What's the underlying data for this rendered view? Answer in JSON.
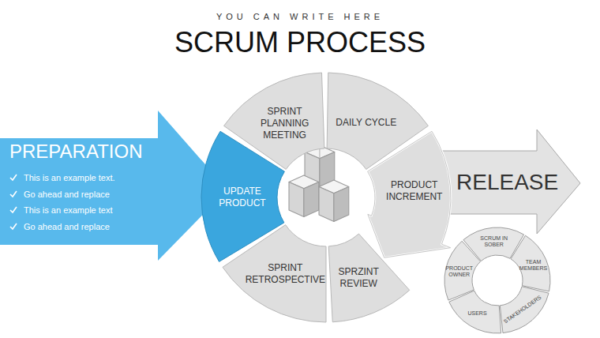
{
  "diagram": {
    "title": "SCRUM PROCESS",
    "nodes": [
      {
        "text": [
          "PREPARATION",
          "This is an example text.",
          "Go ahead and replace",
          "This is an example text",
          "Go ahead and replace"
        ]
      },
      {
        "text": [
          "RELEASE"
        ]
      },
      {
        "text": [
          "SPRINT PLANNING MEETING"
        ]
      },
      {
        "text": [
          "DAILY CYCLE"
        ]
      },
      {
        "text": [
          "PRODUCT INCREMENT"
        ]
      },
      {
        "text": [
          "SPRZINT REVIEW"
        ]
      },
      {
        "text": [
          "SPRINT RETROSPECTIVE"
        ]
      },
      {
        "text": [
          "UPDATE PRODUCT"
        ]
      },
      {
        "text": [
          "SCRUM IN SOBER"
        ]
      },
      {
        "text": [
          "TEAM MEMBERS"
        ]
      },
      {
        "text": [
          "STAKEHOLDERS"
        ]
      },
      {
        "text": [
          "USERS"
        ]
      },
      {
        "text": [
          "PRODUCT OWNER"
        ]
      }
    ],
    "labels": [
      "YOU CAN WRITE HERE"
    ]
  }
}
